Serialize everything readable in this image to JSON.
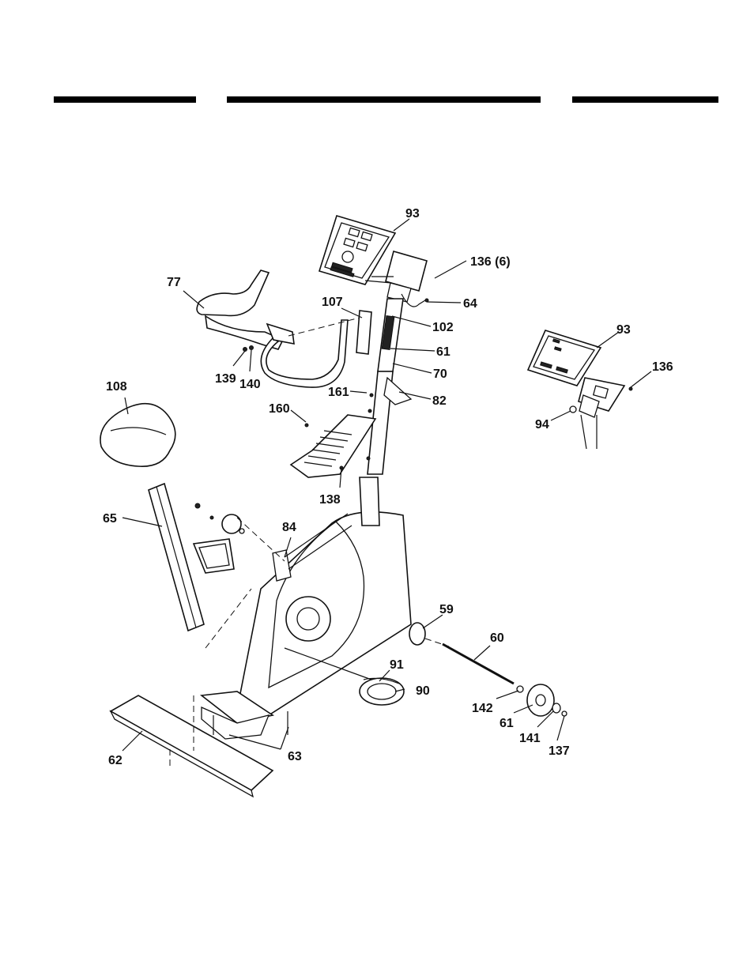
{
  "header_rules": [
    "left",
    "center",
    "right"
  ],
  "callouts": {
    "p93_main": "93",
    "p136_6": "136 (6)",
    "p64": "64",
    "p107": "107",
    "p102": "102",
    "p61_upper": "61",
    "p70": "70",
    "p82": "82",
    "p161": "161",
    "p160": "160",
    "p138": "138",
    "p77": "77",
    "p139": "139",
    "p140": "140",
    "p108": "108",
    "p65": "65",
    "p84": "84",
    "p59": "59",
    "p60": "60",
    "p91": "91",
    "p90": "90",
    "p142": "142",
    "p61_lower": "61",
    "p141": "141",
    "p137": "137",
    "p63": "63",
    "p62": "62",
    "p93_inset": "93",
    "p136_inset": "136",
    "p94": "94"
  }
}
